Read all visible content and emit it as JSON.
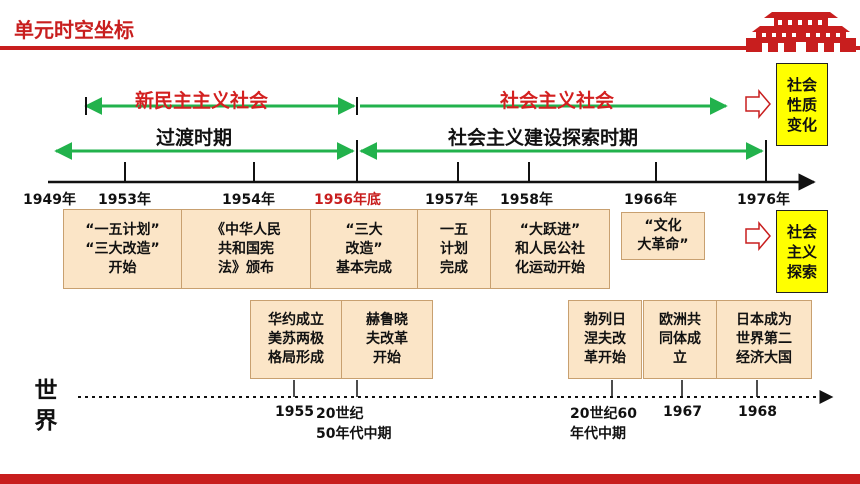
{
  "header": {
    "title": "单元时空坐标"
  },
  "periods": {
    "new_democracy": "新民主主义社会",
    "socialism": "社会主义社会",
    "transition": "过渡时期",
    "exploration": "社会主义建设探索时期"
  },
  "side_boxes": {
    "nature_change": "社会\n性质\n变化",
    "exploration": "社会\n主义\n探索"
  },
  "china_dates": [
    "1949年",
    "1953年",
    "1954年",
    "1956年底",
    "1957年",
    "1958年",
    "1966年",
    "1976年"
  ],
  "china_events": [
    "“一五计划”\n“三大改造”\n开始",
    "《中华人民\n共和国宪\n法》颁布",
    "“三大\n改造”\n基本完成",
    "一五\n计划\n完成",
    "“大跃进”\n和人民公社\n化运动开始",
    "“文化\n大革命”"
  ],
  "world_label": "世\n界",
  "world_events": [
    "华约成立\n美苏两极\n格局形成",
    "赫鲁晓\n夫改革\n开始",
    "勃列日\n涅夫改\n革开始",
    "欧洲共\n同体成\n立",
    "日本成为\n世界第二\n经济大国"
  ],
  "world_dates": [
    "1955",
    "20世纪\n50年代中期",
    "20世纪60\n年代中期",
    "1967",
    "1968"
  ],
  "colors": {
    "accent_red": "#c81e1e",
    "arrow_green": "#22b24c",
    "box_fill": "#fbe5c7",
    "highlight_yellow": "#ffff00"
  },
  "icons": {
    "header_decoration": "tiananmen-gate-icon",
    "side_arrow": "hollow-right-arrow-icon"
  }
}
